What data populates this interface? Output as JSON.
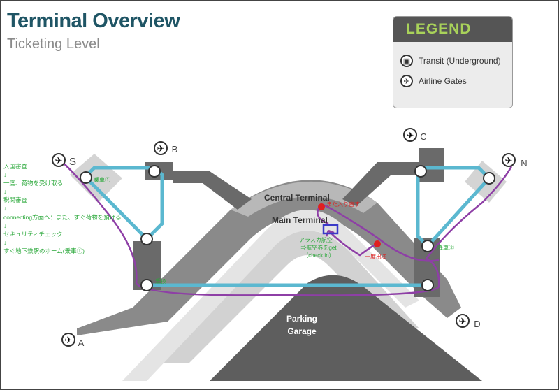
{
  "header": {
    "title": "Terminal Overview",
    "subtitle": "Ticketing Level"
  },
  "legend": {
    "title": "LEGEND",
    "items": [
      {
        "icon": "train-icon",
        "label": "Transit (Underground)"
      },
      {
        "icon": "airplane-icon",
        "label": "Airline Gates"
      }
    ]
  },
  "gates": {
    "s": "S",
    "b": "B",
    "c": "C",
    "n": "N",
    "a": "A",
    "d": "D"
  },
  "areas": {
    "central": "Central Terminal",
    "main": "Main Terminal",
    "parking_1": "Parking",
    "parking_2": "Garage"
  },
  "annotations": {
    "steps": [
      "入国審査",
      "↓",
      "一度、荷物を受け取る",
      "↓",
      "税関審査",
      "↓",
      "connecting方面へ：また、すぐ荷物を預ける",
      "↓",
      "セキュリティチェック",
      "↓",
      "すぐ地下鉄駅のホーム(乗車①)"
    ],
    "board_1": "乗車①",
    "transfer": "乗換",
    "alight_2": "降車②",
    "reenter": "また入り直す",
    "exit_once": "一度出る",
    "alaska_1": "アラスカ航空",
    "alaska_2": "⇒航空券をget",
    "alaska_3": "（check in）"
  },
  "colors": {
    "transit": "#5bb8d0",
    "route": "#8e3fa6",
    "marker": "#e02020",
    "note": "#2aa83a",
    "checkin": "#3a3ac8",
    "title": "#1f5565"
  }
}
